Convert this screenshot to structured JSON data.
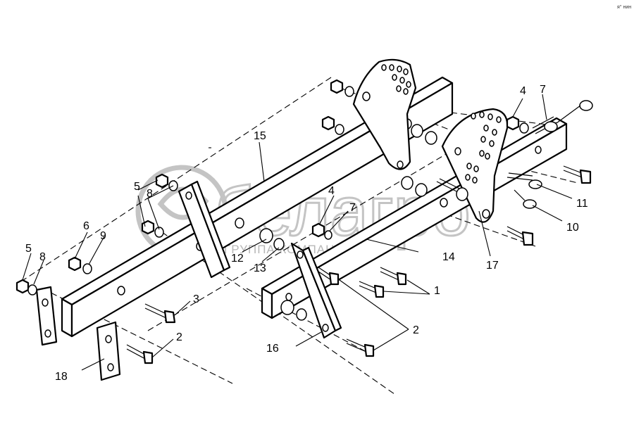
{
  "corner_mark": "я° нин",
  "watermark": {
    "brand": "белагро",
    "tagline": "ГРУППА КОМПАНИЙ"
  },
  "callouts": [
    {
      "id": "c1",
      "text": "1"
    },
    {
      "id": "c2a",
      "text": "2"
    },
    {
      "id": "c2b",
      "text": "2"
    },
    {
      "id": "c3",
      "text": "3"
    },
    {
      "id": "c4a",
      "text": "4"
    },
    {
      "id": "c4b",
      "text": "4"
    },
    {
      "id": "c5a",
      "text": "5"
    },
    {
      "id": "c5b",
      "text": "5"
    },
    {
      "id": "c6",
      "text": "6"
    },
    {
      "id": "c7a",
      "text": "7"
    },
    {
      "id": "c7b",
      "text": "7"
    },
    {
      "id": "c8a",
      "text": "8"
    },
    {
      "id": "c8b",
      "text": "8"
    },
    {
      "id": "c9",
      "text": "9"
    },
    {
      "id": "c10",
      "text": "10"
    },
    {
      "id": "c11",
      "text": "11"
    },
    {
      "id": "c12",
      "text": "12"
    },
    {
      "id": "c13",
      "text": "13"
    },
    {
      "id": "c14",
      "text": "14"
    },
    {
      "id": "c15",
      "text": "15"
    },
    {
      "id": "c16",
      "text": "16"
    },
    {
      "id": "c17",
      "text": "17"
    },
    {
      "id": "c18",
      "text": "18"
    }
  ]
}
